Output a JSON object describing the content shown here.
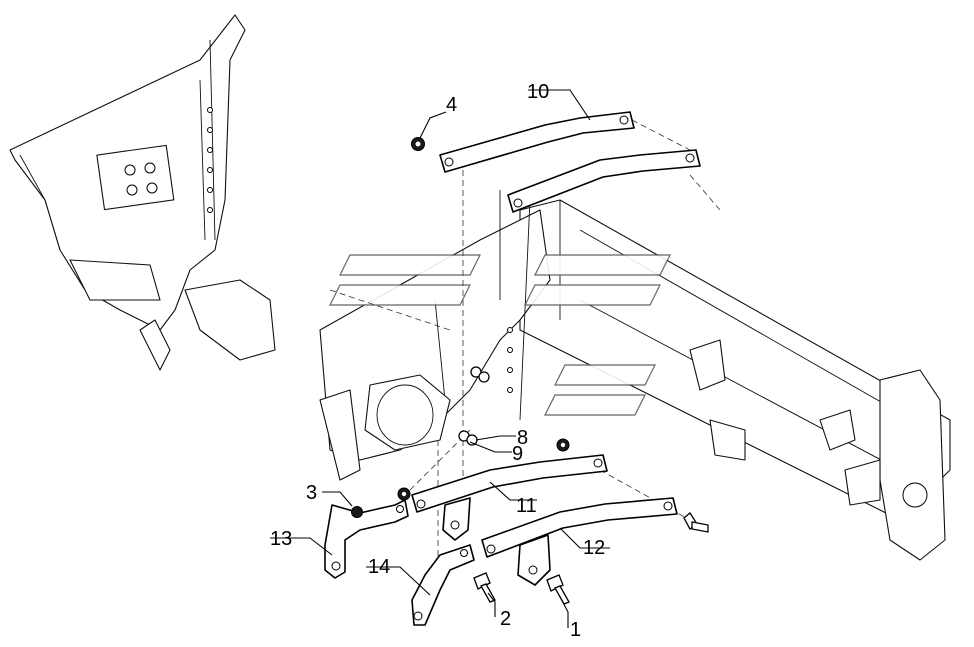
{
  "callouts": {
    "c1": "1",
    "c2": "2",
    "c3": "3",
    "c4": "4",
    "c8": "8",
    "c9": "9",
    "c10": "10",
    "c11": "11",
    "c12": "12",
    "c13": "13",
    "c14": "14"
  },
  "colors": {
    "line": "#000000",
    "background": "#ffffff"
  }
}
